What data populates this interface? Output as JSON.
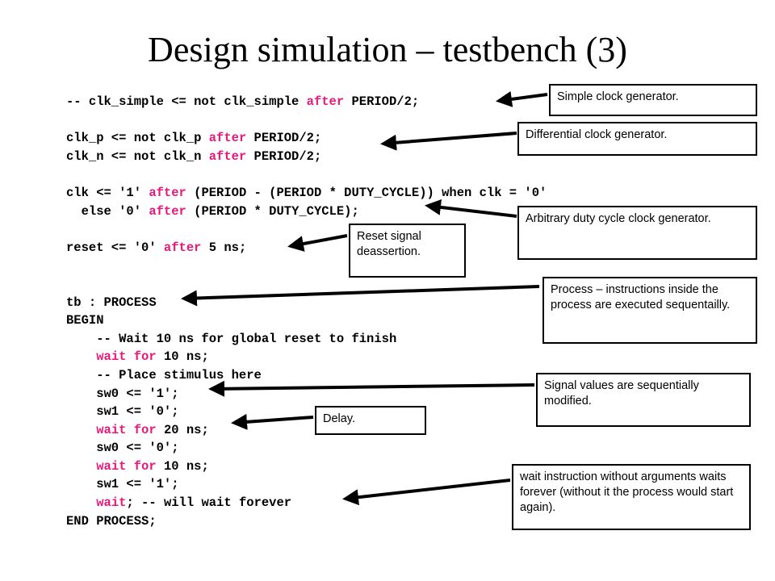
{
  "title": "Design simulation – testbench (3)",
  "code": {
    "l1": [
      "-- clk_simple <= not clk_simple ",
      "after",
      " PERIOD/2;"
    ],
    "l3": [
      "clk_p <= not clk_p ",
      "after",
      " PERIOD/2;"
    ],
    "l4": [
      "clk_n <= not clk_n ",
      "after",
      " PERIOD/2;"
    ],
    "l6": [
      "clk <= '1' ",
      "after",
      " (PERIOD - (PERIOD * DUTY_CYCLE)) when clk = '0'"
    ],
    "l7": [
      "  else '0' ",
      "after",
      " (PERIOD * DUTY_CYCLE);"
    ],
    "l9": [
      "reset <= '0' ",
      "after",
      " 5 ns;"
    ],
    "l12": "tb : PROCESS",
    "l13": "BEGIN",
    "l14": "    -- Wait 10 ns for global reset to finish",
    "l15": [
      "    ",
      "wait for",
      " 10 ns;"
    ],
    "l16": "    -- Place stimulus here",
    "l17": "    sw0 <= '1';",
    "l18": "    sw1 <= '0';",
    "l19": [
      "    ",
      "wait for",
      " 20 ns;"
    ],
    "l20": "    sw0 <= '0';",
    "l21": [
      "    ",
      "wait for",
      " 10 ns;"
    ],
    "l22": "    sw1 <= '1';",
    "l23": [
      "    ",
      "wait",
      "; -- will wait forever"
    ],
    "l24": "END PROCESS;"
  },
  "notes": {
    "simple_clock": "Simple clock generator.",
    "differential_clock": "Differential clock generator.",
    "duty_cycle": "Arbitrary duty cycle clock generator.",
    "reset": "Reset signal deassertion.",
    "process": "Process – instructions inside the process are executed sequentailly.",
    "signal_values": "Signal values are sequentially modified.",
    "delay": "Delay.",
    "wait_forever": "wait instruction without arguments waits forever (without it the process would start again)."
  },
  "colors": {
    "keyword": "#e8197a",
    "text": "#000000"
  }
}
